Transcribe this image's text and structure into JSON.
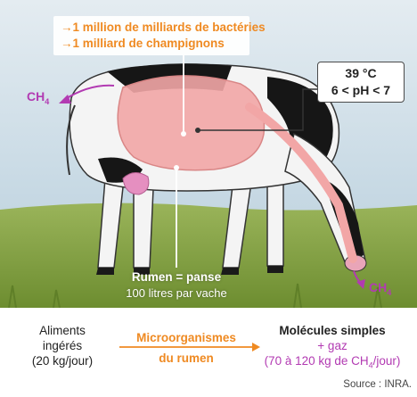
{
  "callout": {
    "line1": "→1 million de milliards de bactéries",
    "line2": "→1 milliard de champignons"
  },
  "conditions": {
    "temperature": "39 °C",
    "ph": "6 < pH < 7"
  },
  "gas_left": {
    "main": "CH",
    "sub": "4"
  },
  "gas_right": {
    "main": "CH",
    "sub": "4"
  },
  "rumen": {
    "title": "Rumen = panse",
    "subtitle": "100 litres par vache"
  },
  "bottom": {
    "left": {
      "line1": "Aliments",
      "line2": "ingérés",
      "line3": "(20 kg/jour)"
    },
    "middle": {
      "line1": "Microorganismes",
      "line2": "du rumen"
    },
    "right": {
      "line1": "Molécules simples",
      "line2": "+ gaz",
      "line3_pre": "(70 à 120 kg de CH",
      "line3_sub": "4",
      "line3_post": "/jour)"
    }
  },
  "source": "Source : INRA.",
  "colors": {
    "accent_orange": "#ef8a22",
    "gas_purple": "#b23ab2",
    "rumen_pink": "#f2a6a6",
    "grass": "#7e9a3c"
  }
}
